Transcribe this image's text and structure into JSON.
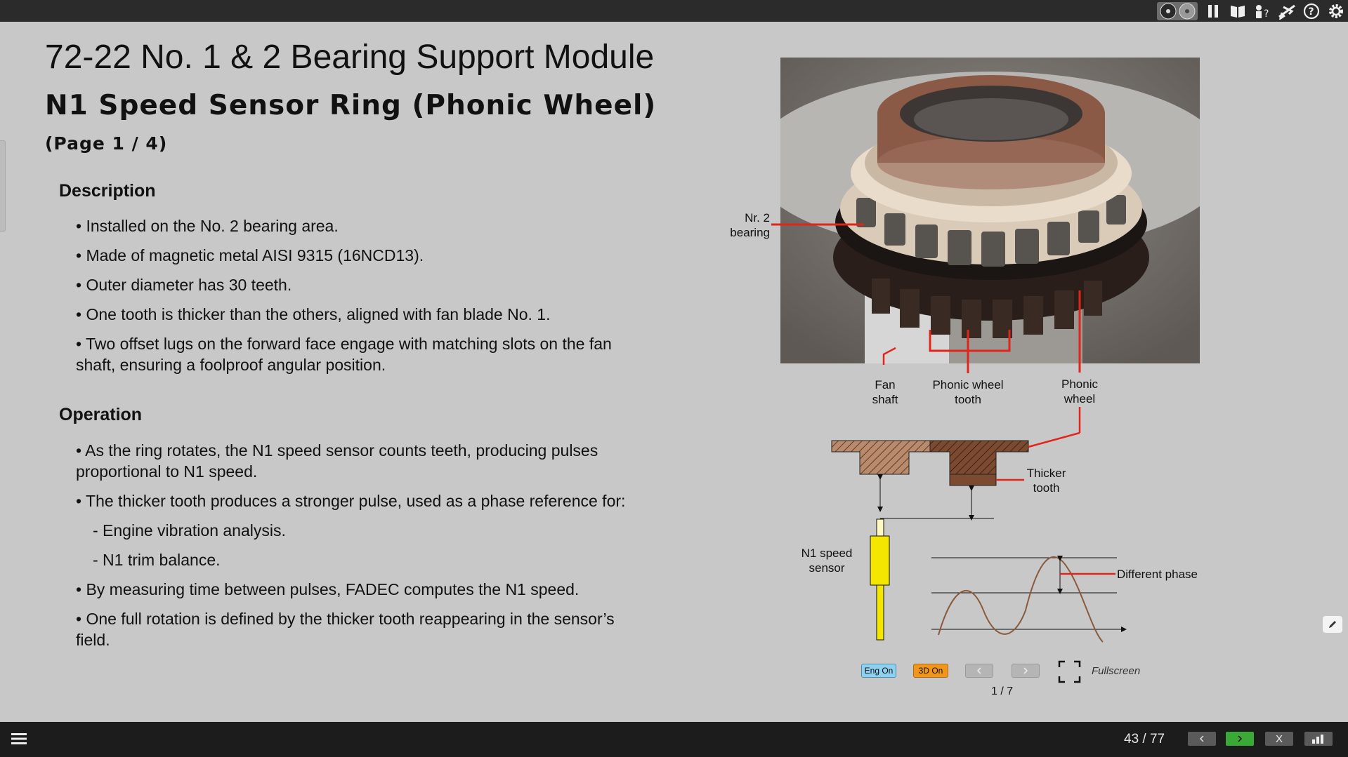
{
  "header": {
    "title": "72-22 No. 1 & 2 Bearing Support Module",
    "subtitle": "N1 Speed Sensor Ring (Phonic Wheel)",
    "page_note": "(Page 1 / 4)"
  },
  "top_toolbar": {
    "icons": [
      "audio-disc-icon",
      "video-disc-icon",
      "pause-icon",
      "book-icon",
      "person-question-icon",
      "airplane-icon",
      "help-icon",
      "gear-icon"
    ]
  },
  "description": {
    "heading": "Description",
    "bullets": [
      "• Installed on the No. 2 bearing area.",
      "• Made of magnetic metal AISI 9315 (16NCD13).",
      "• Outer diameter has 30 teeth.",
      "• One tooth is thicker than the others, aligned with fan blade No. 1.",
      "• Two offset lugs on the forward face engage with matching slots on the fan shaft, ensuring a foolproof angular position."
    ]
  },
  "operation": {
    "heading": "Operation",
    "bullets": [
      "• As the ring rotates, the N1 speed sensor counts teeth, producing pulses proportional to N1 speed.",
      "• The thicker tooth produces a stronger pulse, used as a phase reference for:",
      "- Engine vibration analysis.",
      "- N1 trim balance.",
      "• By measuring time between pulses, FADEC computes the N1 speed.",
      "• One full rotation is defined by the thicker tooth reappearing in the sensor’s field."
    ]
  },
  "figure": {
    "labels": {
      "bearing": "Nr. 2\nbearing",
      "fan_shaft": "Fan\nshaft",
      "phonic_tooth": "Phonic wheel\ntooth",
      "phonic_wheel": "Phonic\nwheel",
      "thicker_tooth": "Thicker\ntooth",
      "sensor": "N1 speed\nsensor",
      "phase": "Different phase"
    },
    "colors": {
      "leader": "#e0251b",
      "metal_light": "#b98a6c",
      "metal_dark": "#7b4a30",
      "sensor": "#f5e600"
    }
  },
  "viewer": {
    "eng_label": "Eng On",
    "threed_label": "3D On",
    "counter": "1 / 7",
    "fullscreen_label": "Fullscreen",
    "colors": {
      "eng": "#8fd0ef",
      "threed": "#f0961c"
    }
  },
  "footer": {
    "page_counter": "43 / 77",
    "close_label": "X",
    "colors": {
      "next": "#3aa935"
    }
  }
}
